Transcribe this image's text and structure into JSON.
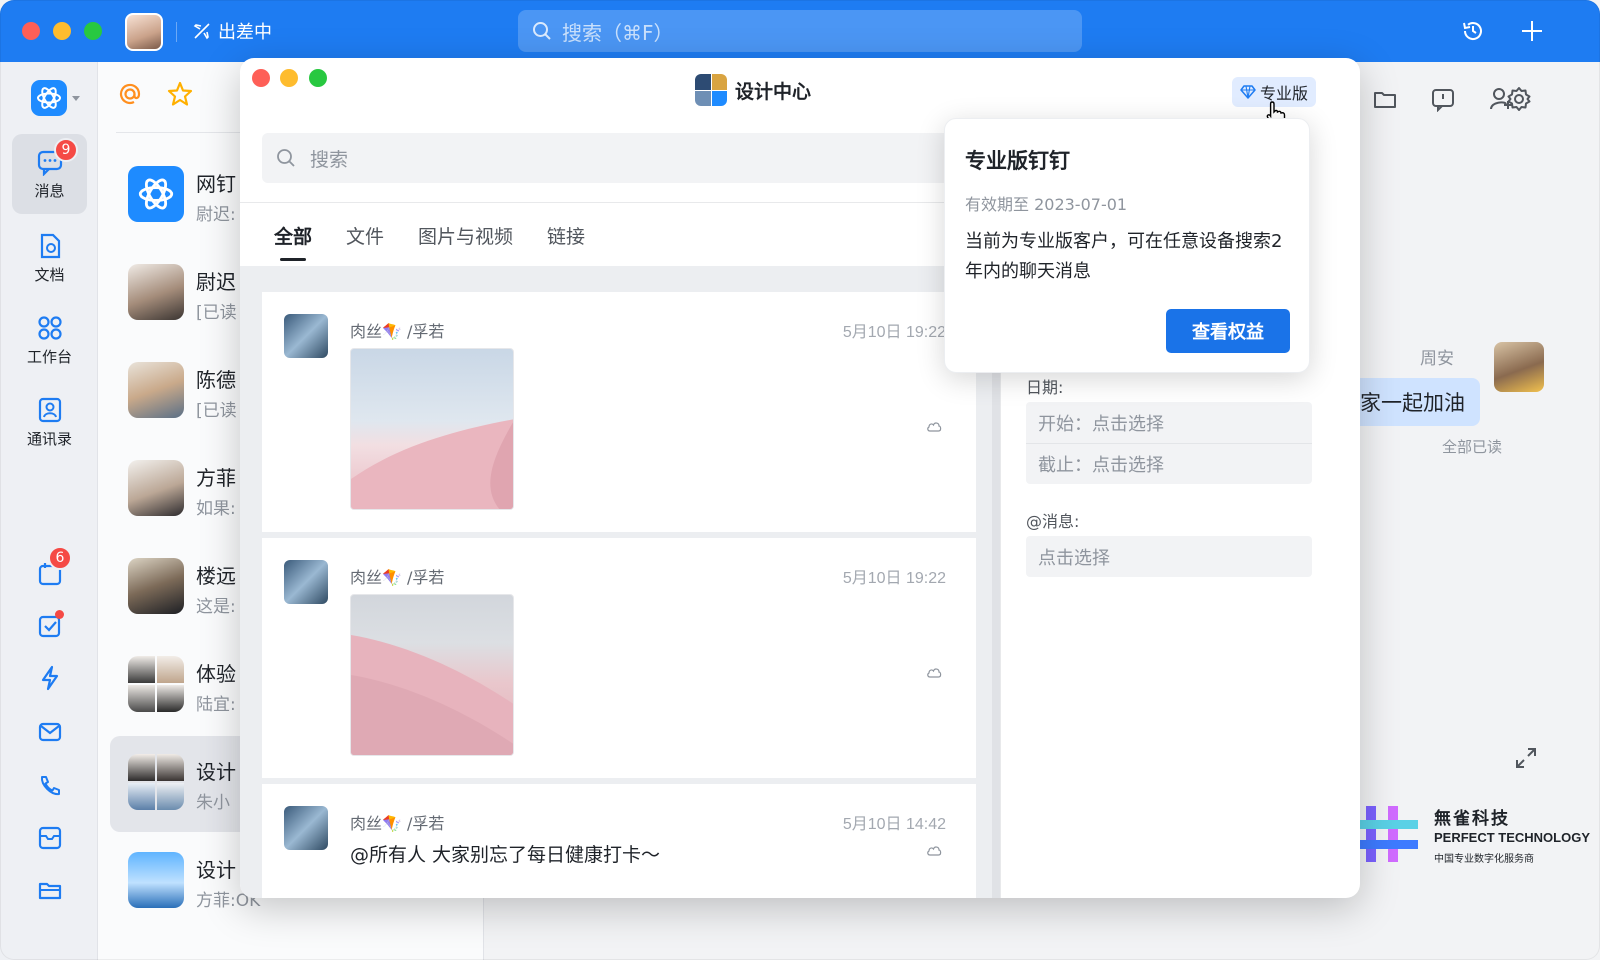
{
  "titlebar": {
    "status_text": "出差中",
    "search_placeholder": "搜索（⌘F）"
  },
  "rail": {
    "items": [
      {
        "label": "消息",
        "badge": "9"
      },
      {
        "label": "文档"
      },
      {
        "label": "工作台"
      },
      {
        "label": "通讯录"
      }
    ],
    "calendar_badge": "6"
  },
  "conversations": [
    {
      "name": "网钉",
      "preview": "尉迟:"
    },
    {
      "name": "尉迟",
      "preview": "[已读"
    },
    {
      "name": "陈德",
      "preview": "[已读"
    },
    {
      "name": "方菲",
      "preview": "如果:"
    },
    {
      "name": "楼远",
      "preview": "这是:"
    },
    {
      "name": "体验",
      "preview": "陆宜:"
    },
    {
      "name": "设计",
      "preview": "朱小"
    },
    {
      "name": "设计",
      "preview": "方菲:OK"
    }
  ],
  "chat": {
    "sender": "周安",
    "bubble_text": "大家一起加油",
    "read_status": "全部已读"
  },
  "watermark": {
    "cn": "無雀科技",
    "en": "PERFECT TECHNOLOGY",
    "sub": "中国专业数字化服务商"
  },
  "search_window": {
    "title": "设计中心",
    "pro_chip": "专业版",
    "search_placeholder": "搜索",
    "tabs": [
      "全部",
      "文件",
      "图片与视频",
      "链接"
    ],
    "results": [
      {
        "sender": "肉丝🪁 /孚若",
        "time": "5月10日 19:22",
        "kind": "image"
      },
      {
        "sender": "肉丝🪁 /孚若",
        "time": "5月10日 19:22",
        "kind": "image"
      },
      {
        "sender": "肉丝🪁 /孚若",
        "time": "5月10日 14:42",
        "text": "@所有人 大家别忘了每日健康打卡～"
      }
    ],
    "filters": {
      "date_label": "日期:",
      "start": "开始：点击选择",
      "end": "截止：点击选择",
      "mention_label": "@消息:",
      "mention_value": "点击选择"
    }
  },
  "popover": {
    "title": "专业版钉钉",
    "expiry": "有效期至 2023-07-01",
    "description": "当前为专业版客户，可在任意设备搜索2年内的聊天消息",
    "button": "查看权益"
  },
  "colors": {
    "accent": "#1e7cf2",
    "badge": "#f54a45",
    "button": "#1a73e8"
  }
}
